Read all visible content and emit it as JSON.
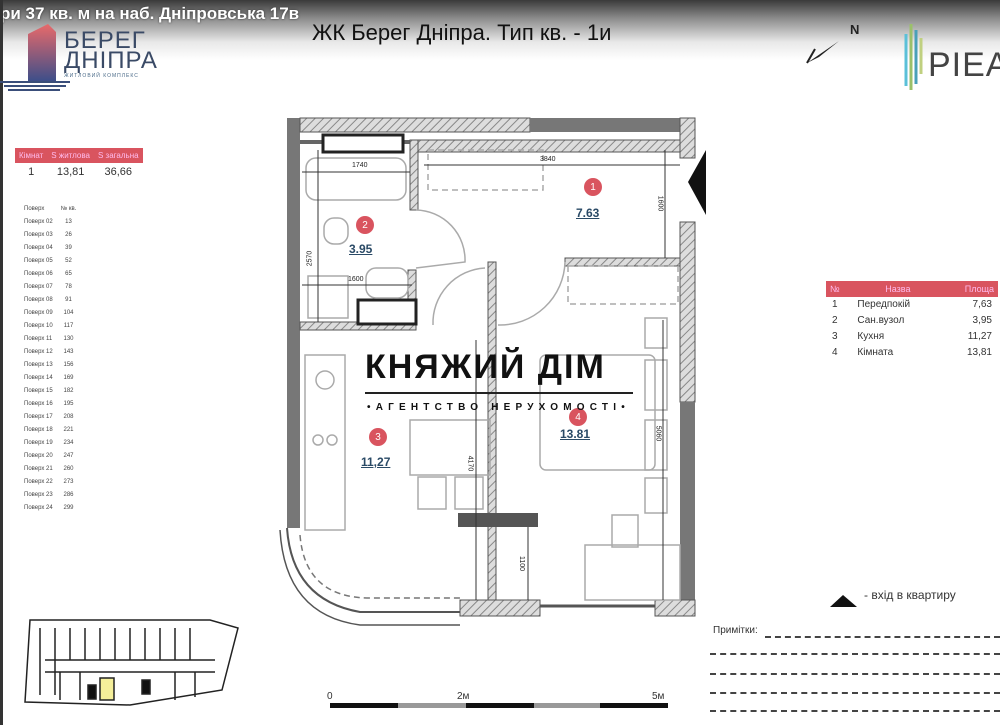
{
  "caption": "ри 37 кв. м на наб. Дніпровська 17в",
  "title": "ЖК Берег Дніпра. Тип кв. - 1и",
  "logo": {
    "line1": "БЕРЕГ",
    "line2": "ДНІПРА",
    "sub": "ЖИТЛОВИЙ КОМПЛЕКС"
  },
  "partner_logo": "PIEA",
  "compass": "N",
  "summary": {
    "headers": [
      "Кімнат",
      "S житлова",
      "S загальна"
    ],
    "values": [
      "1",
      "13,81",
      "36,66"
    ]
  },
  "floors": {
    "headers": [
      "Поверх",
      "№ кв."
    ],
    "rows": [
      [
        "Поверх 02",
        "13"
      ],
      [
        "Поверх 03",
        "26"
      ],
      [
        "Поверх 04",
        "39"
      ],
      [
        "Поверх 05",
        "52"
      ],
      [
        "Поверх 06",
        "65"
      ],
      [
        "Поверх 07",
        "78"
      ],
      [
        "Поверх 08",
        "91"
      ],
      [
        "Поверх 09",
        "104"
      ],
      [
        "Поверх 10",
        "117"
      ],
      [
        "Поверх 11",
        "130"
      ],
      [
        "Поверх 12",
        "143"
      ],
      [
        "Поверх 13",
        "156"
      ],
      [
        "Поверх 14",
        "169"
      ],
      [
        "Поверх 15",
        "182"
      ],
      [
        "Поверх 16",
        "195"
      ],
      [
        "Поверх 17",
        "208"
      ],
      [
        "Поверх 18",
        "221"
      ],
      [
        "Поверх 19",
        "234"
      ],
      [
        "Поверх 20",
        "247"
      ],
      [
        "Поверх 21",
        "260"
      ],
      [
        "Поверх 22",
        "273"
      ],
      [
        "Поверх 23",
        "286"
      ],
      [
        "Поверх 24",
        "299"
      ]
    ]
  },
  "rooms": {
    "headers": [
      "№",
      "Назва",
      "Площа"
    ],
    "rows": [
      [
        "1",
        "Передпокій",
        "7,63"
      ],
      [
        "2",
        "Сан.вузол",
        "3,95"
      ],
      [
        "3",
        "Кухня",
        "11,27"
      ],
      [
        "4",
        "Кімната",
        "13,81"
      ]
    ]
  },
  "plan": {
    "labels": [
      {
        "num": "1",
        "area": "7.63"
      },
      {
        "num": "2",
        "area": "3.95"
      },
      {
        "num": "3",
        "area": "11,27"
      },
      {
        "num": "4",
        "area": "13.81"
      }
    ],
    "dims": [
      "1740",
      "3840",
      "1600",
      "2570",
      "1600",
      "4170",
      "5060",
      "1100"
    ]
  },
  "watermark": {
    "name": "КНЯЖИЙ ДІМ",
    "sub": "•АГЕНТСТВО НЕРУХОМОСТІ•"
  },
  "legend": {
    "entry": "- вхід в квартиру"
  },
  "notes_label": "Примітки:",
  "scale": {
    "labels": [
      "0",
      "2м",
      "5м"
    ]
  },
  "colors": {
    "accent": "#d9545f",
    "wall": "#666666",
    "area_text": "#2a4a66"
  }
}
